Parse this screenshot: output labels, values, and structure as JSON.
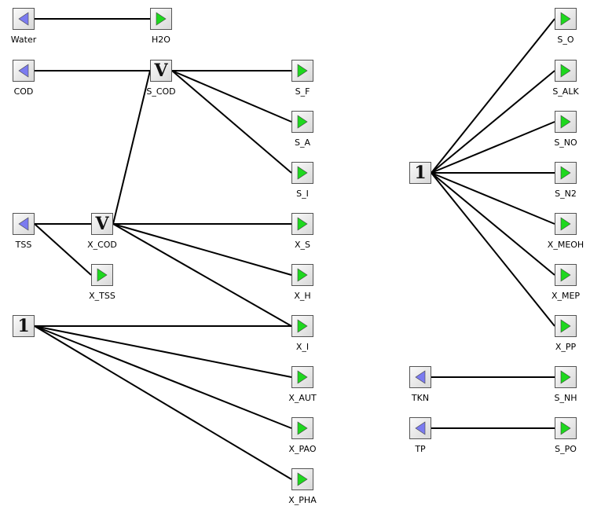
{
  "blocks": [
    {
      "id": "water",
      "label": "Water",
      "kind": "inport"
    },
    {
      "id": "h2o",
      "label": "H2O",
      "kind": "outport"
    },
    {
      "id": "cod",
      "label": "COD",
      "kind": "inport"
    },
    {
      "id": "s_cod",
      "label": "S_COD",
      "kind": "split",
      "symbol": "V"
    },
    {
      "id": "s_f",
      "label": "S_F",
      "kind": "outport"
    },
    {
      "id": "s_a",
      "label": "S_A",
      "kind": "outport"
    },
    {
      "id": "s_i",
      "label": "S_I",
      "kind": "outport"
    },
    {
      "id": "tss",
      "label": "TSS",
      "kind": "inport"
    },
    {
      "id": "x_cod",
      "label": "X_COD",
      "kind": "split",
      "symbol": "V"
    },
    {
      "id": "x_s",
      "label": "X_S",
      "kind": "outport"
    },
    {
      "id": "x_tss",
      "label": "X_TSS",
      "kind": "outport"
    },
    {
      "id": "x_h",
      "label": "X_H",
      "kind": "outport"
    },
    {
      "id": "const1",
      "label": "",
      "kind": "constant",
      "symbol": "1"
    },
    {
      "id": "x_i",
      "label": "X_I",
      "kind": "outport"
    },
    {
      "id": "x_aut",
      "label": "X_AUT",
      "kind": "outport"
    },
    {
      "id": "x_pao",
      "label": "X_PAO",
      "kind": "outport"
    },
    {
      "id": "x_pha",
      "label": "X_PHA",
      "kind": "outport"
    },
    {
      "id": "const2",
      "label": "",
      "kind": "constant",
      "symbol": "1"
    },
    {
      "id": "s_o",
      "label": "S_O",
      "kind": "outport"
    },
    {
      "id": "s_alk",
      "label": "S_ALK",
      "kind": "outport"
    },
    {
      "id": "s_no",
      "label": "S_NO",
      "kind": "outport"
    },
    {
      "id": "s_n2",
      "label": "S_N2",
      "kind": "outport"
    },
    {
      "id": "x_meoh",
      "label": "X_MEOH",
      "kind": "outport"
    },
    {
      "id": "x_mep",
      "label": "X_MEP",
      "kind": "outport"
    },
    {
      "id": "x_pp",
      "label": "X_PP",
      "kind": "outport"
    },
    {
      "id": "tkn",
      "label": "TKN",
      "kind": "inport"
    },
    {
      "id": "s_nh",
      "label": "S_NH",
      "kind": "outport"
    },
    {
      "id": "tp",
      "label": "TP",
      "kind": "inport"
    },
    {
      "id": "s_po",
      "label": "S_PO",
      "kind": "outport"
    }
  ],
  "connections": [
    [
      "water",
      "h2o"
    ],
    [
      "cod",
      "s_cod"
    ],
    [
      "s_cod",
      "s_f"
    ],
    [
      "s_cod",
      "s_a"
    ],
    [
      "s_cod",
      "s_i"
    ],
    [
      "x_cod",
      "s_cod"
    ],
    [
      "tss",
      "x_cod"
    ],
    [
      "tss",
      "x_tss"
    ],
    [
      "x_cod",
      "x_s"
    ],
    [
      "x_cod",
      "x_h"
    ],
    [
      "x_cod",
      "x_i"
    ],
    [
      "const1",
      "x_i"
    ],
    [
      "const1",
      "x_aut"
    ],
    [
      "const1",
      "x_pao"
    ],
    [
      "const1",
      "x_pha"
    ],
    [
      "const2",
      "s_o"
    ],
    [
      "const2",
      "s_alk"
    ],
    [
      "const2",
      "s_no"
    ],
    [
      "const2",
      "s_n2"
    ],
    [
      "const2",
      "x_meoh"
    ],
    [
      "const2",
      "x_mep"
    ],
    [
      "const2",
      "x_pp"
    ],
    [
      "tkn",
      "s_nh"
    ],
    [
      "tp",
      "s_po"
    ]
  ],
  "colors": {
    "inport": "#7b7bf0",
    "outport": "#1ed81e",
    "wire": "#000000"
  }
}
